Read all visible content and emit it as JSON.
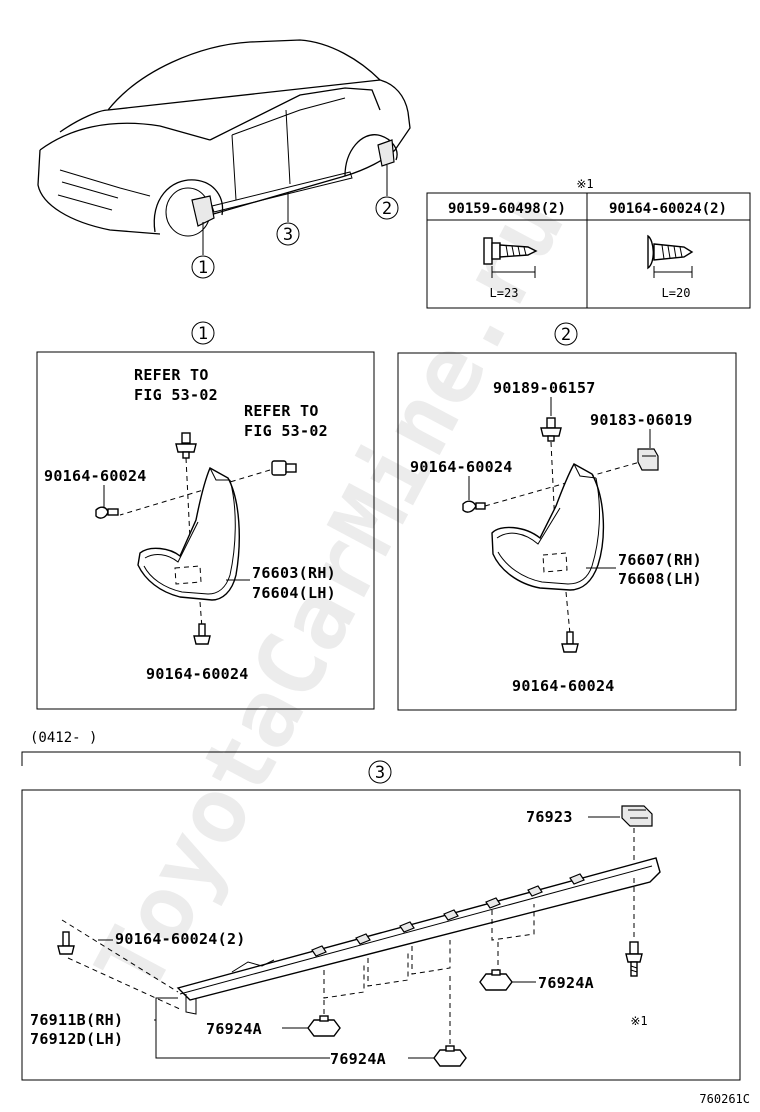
{
  "watermark": "ToyotaCarMine.ru",
  "figure_code": "760261C",
  "overview": {
    "callout_1": "1",
    "callout_2": "2",
    "callout_3": "3"
  },
  "fastener_table": {
    "note_mark": "※1",
    "col1_part": "90159-60498(2)",
    "col1_length": "L=23",
    "col2_part": "90164-60024(2)",
    "col2_length": "L=20"
  },
  "panel_1": {
    "heading": "1",
    "refer_a_line1": "REFER TO",
    "refer_a_line2": "FIG 53-02",
    "refer_b_line1": "REFER TO",
    "refer_b_line2": "FIG 53-02",
    "screw_left": "90164-60024",
    "mudguard_rh": "76603(RH)",
    "mudguard_lh": "76604(LH)",
    "screw_bottom": "90164-60024"
  },
  "panel_2": {
    "heading": "2",
    "clip_top": "90189-06157",
    "nut": "90183-06019",
    "screw_left": "90164-60024",
    "mudguard_rh": "76607(RH)",
    "mudguard_lh": "76608(LH)",
    "screw_bottom": "90164-60024"
  },
  "production_range": "(0412-       )",
  "panel_3": {
    "heading": "3",
    "clip_top": "76923",
    "screw_left": "90164-60024(2)",
    "clip_right": "76924A",
    "clip_mid": "76924A",
    "clip_bottom": "76924A",
    "moulding_rh": "76911B(RH)",
    "moulding_lh": "76912D(LH)",
    "note_mark": "※1"
  }
}
